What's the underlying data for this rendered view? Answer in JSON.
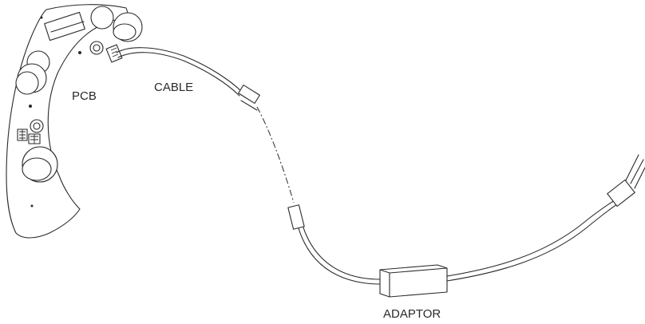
{
  "labels": {
    "pcb": "PCB",
    "cable": "CABLE",
    "adaptor": "ADAPTOR"
  },
  "colors": {
    "line": "#2a2a2a",
    "background": "#ffffff"
  }
}
